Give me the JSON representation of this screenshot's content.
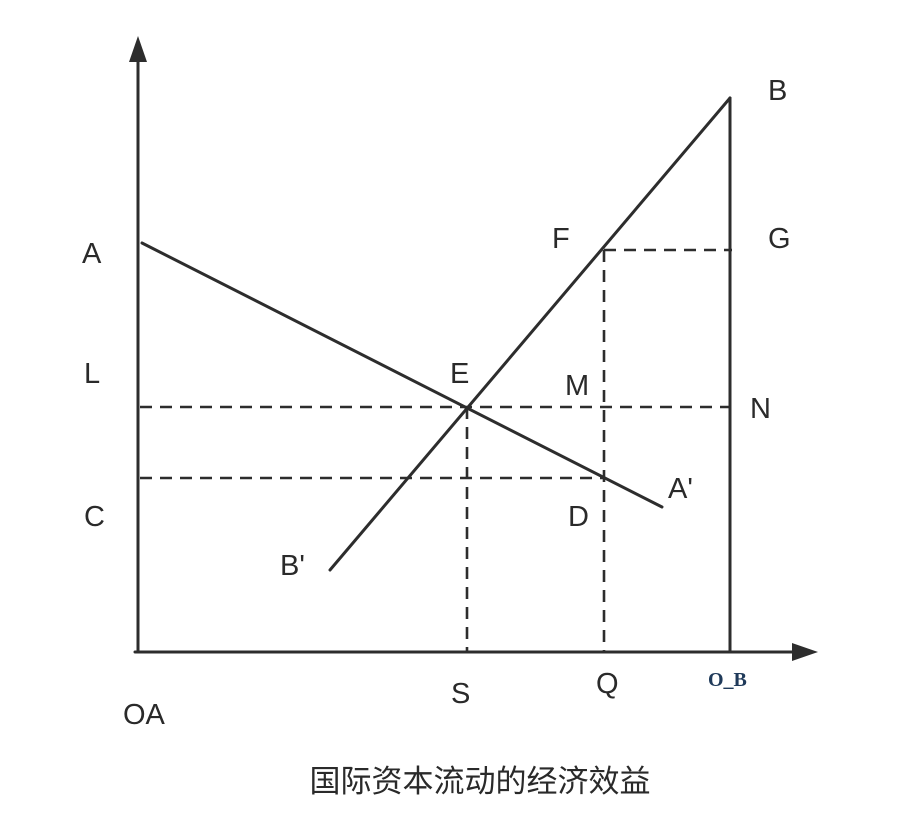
{
  "labels": {
    "A": "A",
    "B": "B",
    "F": "F",
    "G": "G",
    "L": "L",
    "E": "E",
    "M": "M",
    "N": "N",
    "C": "C",
    "D": "D",
    "A_prime": "A'",
    "B_prime": "B'",
    "S": "S",
    "Q": "Q",
    "O_B": "O_B",
    "OA": "OA"
  },
  "caption": "国际资本流动的经济效益"
}
